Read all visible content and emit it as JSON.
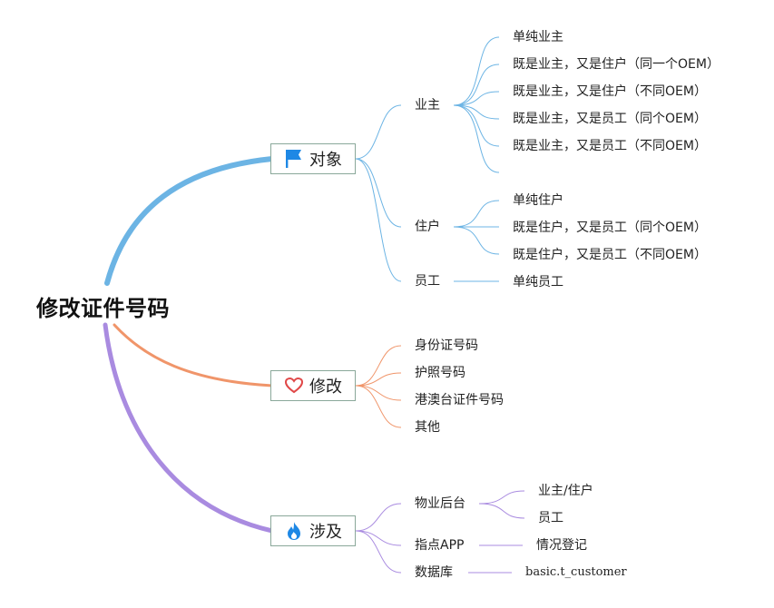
{
  "root": {
    "title": "修改证件号码"
  },
  "branches": {
    "object": {
      "label": "对象",
      "icon": "flag-icon",
      "color": "#6cb4e4",
      "groups": {
        "owner": {
          "label": "业主",
          "items": [
            "单纯业主",
            "既是业主，又是住户（同一个OEM）",
            "既是业主，又是住户（不同OEM）",
            "既是业主，又是员工（同个OEM）",
            "既是业主，又是员工（不同OEM）",
            ""
          ]
        },
        "resident": {
          "label": "住户",
          "items": [
            "单纯住户",
            "既是住户，又是员工（同个OEM）",
            "既是住户，又是员工（不同OEM）"
          ]
        },
        "staff": {
          "label": "员工",
          "items": [
            "单纯员工"
          ]
        }
      }
    },
    "modify": {
      "label": "修改",
      "icon": "heart-icon",
      "color": "#f0956a",
      "items": [
        "身份证号码",
        "护照号码",
        "港澳台证件号码",
        "其他"
      ]
    },
    "involve": {
      "label": "涉及",
      "icon": "fire-icon",
      "color": "#a98be0",
      "groups": {
        "backend": {
          "label": "物业后台",
          "items": [
            "业主/住户",
            "员工"
          ]
        },
        "app": {
          "label": "指点APP",
          "items": [
            "情况登记"
          ]
        },
        "db": {
          "label": "数据库",
          "items": [
            "basic.t_customer"
          ]
        }
      }
    }
  }
}
